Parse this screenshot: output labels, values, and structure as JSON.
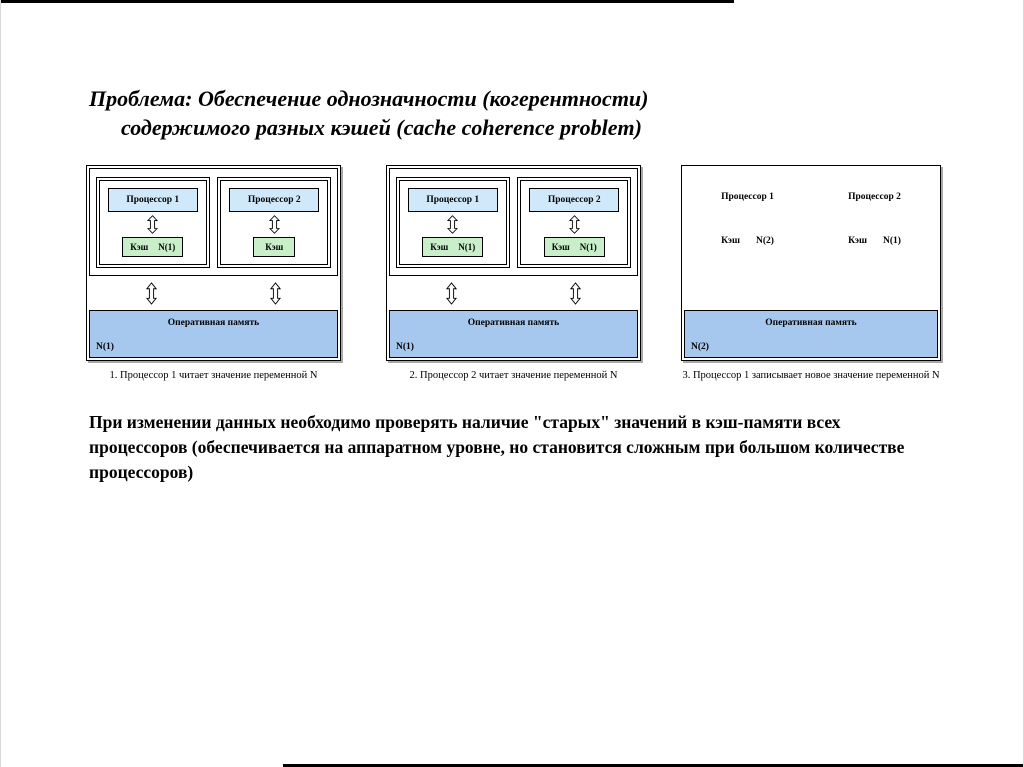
{
  "title": {
    "prefix": "Проблема:",
    "line1_rest": " Обеспечение однозначности (когерентности)",
    "line2": "содержимого разных кэшей (cache coherence problem)"
  },
  "panels": [
    {
      "caption": "1. Процессор 1 читает значение переменной N",
      "ram": {
        "label": "Оперативная память",
        "value": "N(1)"
      },
      "processors": [
        {
          "name": "Процессор 1",
          "cache_label": "Кэш",
          "cache_value": "N(1)"
        },
        {
          "name": "Процессор 2",
          "cache_label": "Кэш",
          "cache_value": ""
        }
      ]
    },
    {
      "caption": "2. Процессор 2 читает значение переменной N",
      "ram": {
        "label": "Оперативная память",
        "value": "N(1)"
      },
      "processors": [
        {
          "name": "Процессор 1",
          "cache_label": "Кэш",
          "cache_value": "N(1)"
        },
        {
          "name": "Процессор 2",
          "cache_label": "Кэш",
          "cache_value": "N(1)"
        }
      ]
    },
    {
      "caption": "3. Процессор 1 записывает новое значение переменной N",
      "ram": {
        "label": "Оперативная память",
        "value": "N(2)"
      },
      "processors": [
        {
          "name": "Процессор 1",
          "cache_label": "Кэш",
          "cache_value": "N(2)"
        },
        {
          "name": "Процессор 2",
          "cache_label": "Кэш",
          "cache_value": "N(1)"
        }
      ]
    }
  ],
  "body_text": "При изменении данных необходимо проверять наличие \"старых\" значений в кэш-памяти всех процессоров (обеспечивается на аппаратном уровне, но становится сложным при большом количестве процессоров)",
  "colors": {
    "processor_fill": "#cfe9fb",
    "cache_fill": "#c9efca",
    "ram_fill": "#a6c8ef",
    "border": "#000000"
  }
}
